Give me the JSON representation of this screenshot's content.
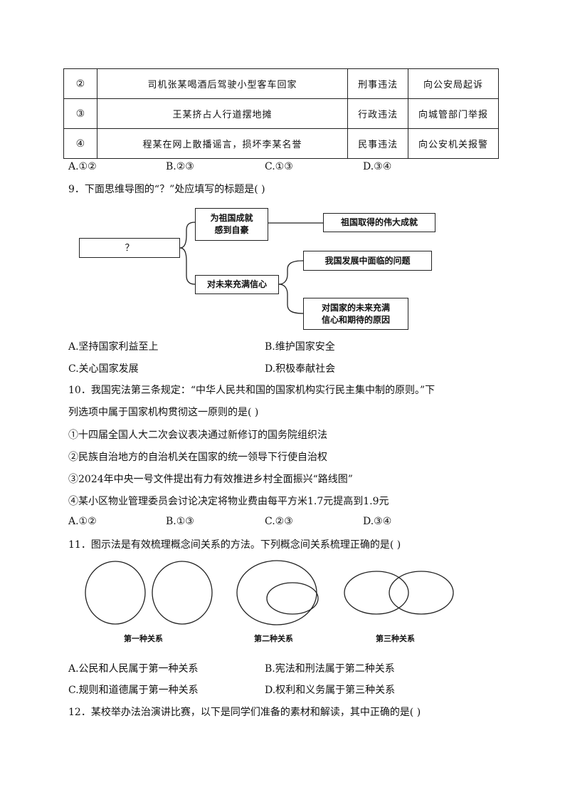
{
  "table": {
    "rows": [
      {
        "num": "②",
        "case": "司机张某喝酒后驾驶小型客车回家",
        "type": "刑事违法",
        "action": "向公安局起诉"
      },
      {
        "num": "③",
        "case": "王某挤占人行道摆地摊",
        "type": "行政违法",
        "action": "向城管部门举报"
      },
      {
        "num": "④",
        "case": "程某在网上散播谣言，损坏李某名誉",
        "type": "民事违法",
        "action": "向公安机关报警"
      }
    ]
  },
  "q8": {
    "options": [
      "A.①②",
      "B.②③",
      "C.①③",
      "D.③④"
    ]
  },
  "q9": {
    "stem": "9．下面思维导图的“？”处应填写的标题是(    )",
    "mindmap": {
      "root": "？",
      "branch1": "为祖国成就\n感到自豪",
      "branch1_child": "祖国取得的伟大成就",
      "branch2": "对未来充满信心",
      "branch2_child1": "我国发展中面临的问题",
      "branch2_child2": "对国家的未来充满\n信心和期待的原因"
    },
    "options": [
      "A.坚持国家利益至上",
      "B.维护国家安全",
      "C.关心国家发展",
      "D.积极奉献社会"
    ]
  },
  "q10": {
    "stem_line1": "10．我国宪法第三条规定：“中华人民共和国的国家机构实行民主集中制的原则。”下",
    "stem_line2": "列选项中属于国家机构贯彻这一原则的是(    )",
    "items": [
      "①十四届全国人大二次会议表决通过新修订的国务院组织法",
      "②民族自治地方的自治机关在国家的统一领导下行使自治权",
      "③2024年中央一号文件提出有力有效推进乡村全面振兴“路线图”",
      "④某小区物业管理委员会讨论决定将物业费由每平方米1.7元提高到1.9元"
    ],
    "options": [
      "A.①②",
      "B.①③",
      "C.②③",
      "D.③④"
    ]
  },
  "q11": {
    "stem": "11．图示法是有效梳理概念间关系的方法。下列概念间关系梳理正确的是(    )",
    "diagram_labels": [
      "第一种关系",
      "第二种关系",
      "第三种关系"
    ],
    "options": [
      "A.公民和人民属于第一种关系",
      "B.宪法和刑法属于第二种关系",
      "C.规则和道德属于第一种关系",
      "D.权利和义务属于第三种关系"
    ]
  },
  "q12": {
    "stem": "12．某校举办法治演讲比赛，以下是同学们准备的素材和解读，其中正确的是(    )"
  }
}
